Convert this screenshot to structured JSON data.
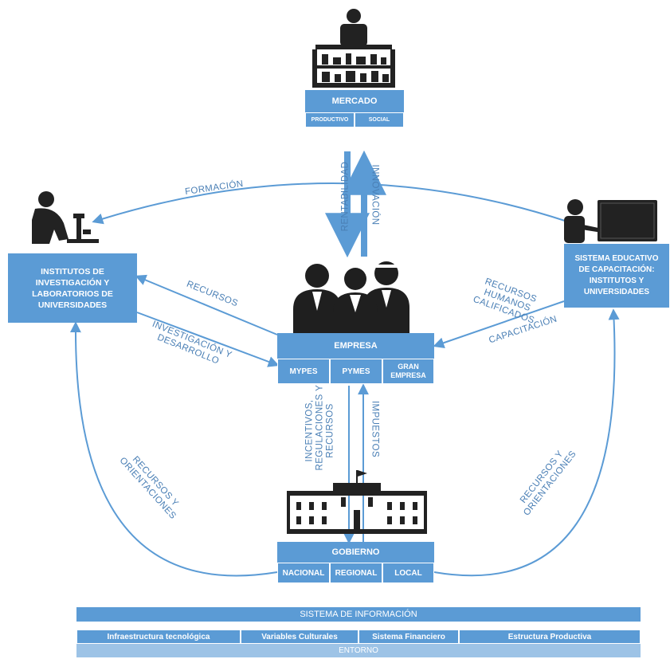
{
  "colors": {
    "accent": "#5b9bd5",
    "light": "#9dc3e6",
    "figure": "#222222"
  },
  "mercado": {
    "title": "MERCADO",
    "cells": [
      "PRODUCTIVO",
      "SOCIAL"
    ],
    "icon": "market-vendor-icon"
  },
  "empresa": {
    "title": "EMPRESA",
    "cells": [
      "MYPES",
      "PYMES",
      "GRAN\nEMPRESA"
    ],
    "icon": "business-people-icon"
  },
  "institutos": {
    "title": "INSTITUTOS DE\nINVESTIGACIÓN Y\nLABORATORIOS DE\nUNIVERSIDADES",
    "icon": "scientist-microscope-icon"
  },
  "sistema_educativo": {
    "title": "SISTEMA EDUCATIVO\nDE CAPACITACIÓN:\nINSTITUTOS Y\nUNIVERSIDADES",
    "icon": "teacher-blackboard-icon"
  },
  "gobierno": {
    "title": "GOBIERNO",
    "cells": [
      "NACIONAL",
      "REGIONAL",
      "LOCAL"
    ],
    "icon": "government-building-icon"
  },
  "arrow_labels": {
    "formacion": "FORMACIÓN",
    "rentabilidad": "RENTABILIDAD",
    "innovacion": "INNOVACIÓN",
    "recursos": "RECURSOS",
    "investigacion": "INVESTIGACIÓN Y\nDESARROLLO",
    "recursos_humanos": "RECURSOS\nHUMANOS\nCALIFICADOS",
    "capacitacion": "CAPACITACIÓN",
    "incentivos": "INCENTIVOS,\nREGULACIONES Y\nRECURSOS",
    "impuestos": "IMPUESTOS",
    "recursos_orient_left": "RECURSOS Y\nORIENTACIONES",
    "recursos_orient_right": "RECURSOS Y\nORIENTACIONES"
  },
  "footer": {
    "sistema": "SISTEMA DE INFORMACIÓN",
    "cells": [
      "Infraestructura tecnológica",
      "Variables Culturales",
      "Sistema Financiero",
      "Estructura Productiva"
    ],
    "entorno": "ENTORNO"
  }
}
